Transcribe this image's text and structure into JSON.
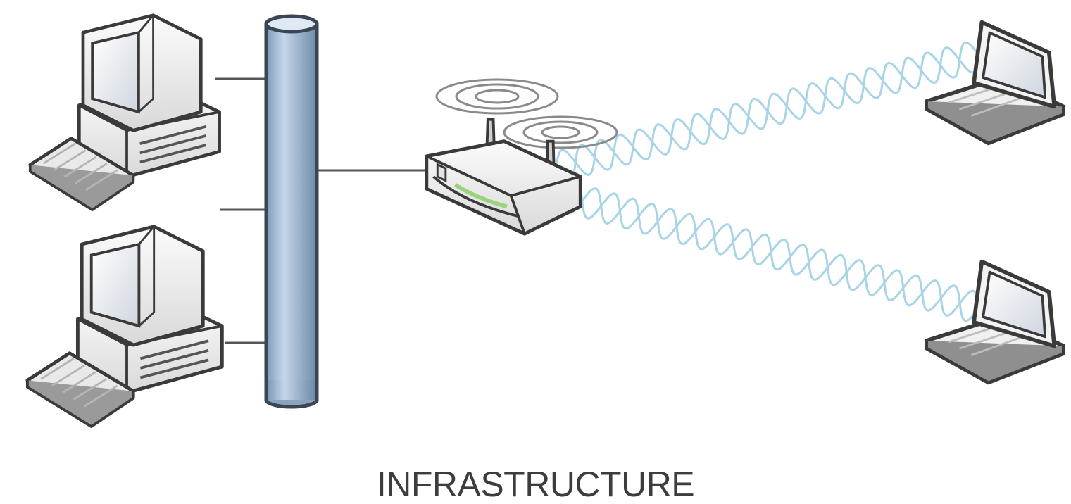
{
  "caption": "INFRASTRUCTURE",
  "colors": {
    "backbone": "#a9c3dc",
    "backbone_outline": "#3b4654",
    "device_body": "#f2f2f2",
    "device_outline": "#3a3a3a",
    "screen": "#e6e9ee",
    "wire": "#555555",
    "wireless_signal": "#9fd0e6",
    "radio_ring": "#8a8a8a",
    "router_led": "#9bd27c",
    "caption_text": "#3d3d3d"
  },
  "nodes": [
    {
      "id": "desktop-1",
      "icon": "desktop-computer-icon"
    },
    {
      "id": "desktop-2",
      "icon": "desktop-computer-icon"
    },
    {
      "id": "network-backbone",
      "icon": "network-backbone-icon"
    },
    {
      "id": "wireless-access-point",
      "icon": "wireless-router-icon"
    },
    {
      "id": "laptop-1",
      "icon": "laptop-icon"
    },
    {
      "id": "laptop-2",
      "icon": "laptop-icon"
    }
  ],
  "links": [
    {
      "from": "desktop-1",
      "to": "network-backbone",
      "type": "wired"
    },
    {
      "from": "desktop-2",
      "to": "network-backbone",
      "type": "wired"
    },
    {
      "from": "network-backbone",
      "to": "wireless-access-point",
      "type": "wired"
    },
    {
      "from": "wireless-access-point",
      "to": "laptop-1",
      "type": "wireless"
    },
    {
      "from": "wireless-access-point",
      "to": "laptop-2",
      "type": "wireless"
    }
  ]
}
